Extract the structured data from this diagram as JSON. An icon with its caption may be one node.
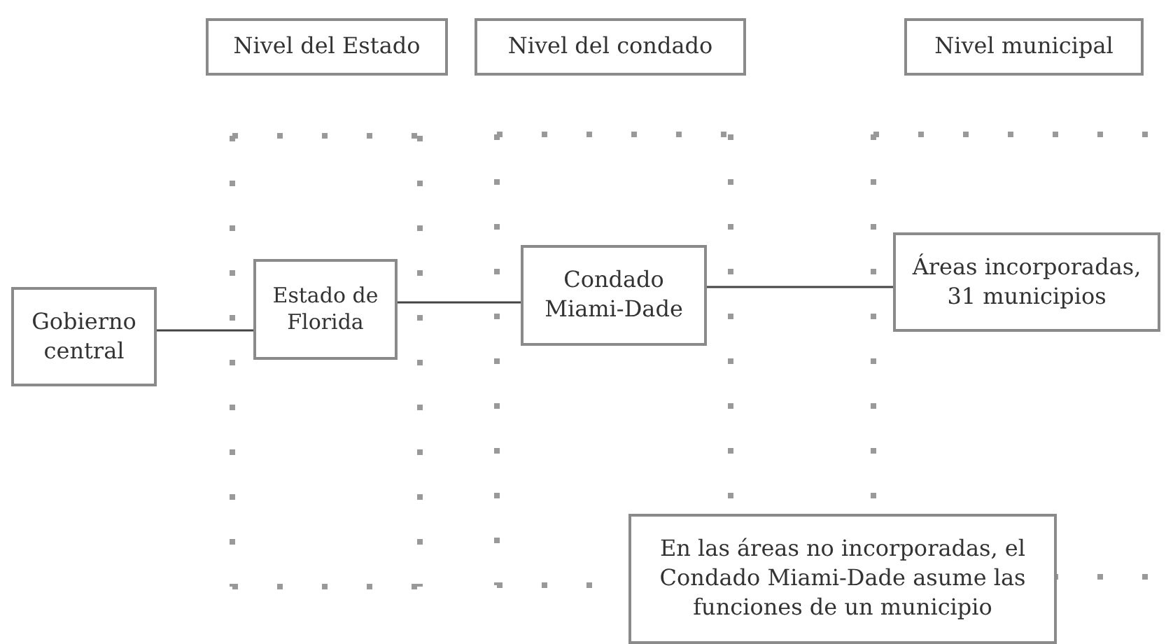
{
  "diagram": {
    "nodes": [
      {
        "text": [
          "Nivel del Estado"
        ]
      },
      {
        "text": [
          "Nivel del condado"
        ]
      },
      {
        "text": [
          "Nivel municipal"
        ]
      },
      {
        "text": [
          "Gobierno central"
        ]
      },
      {
        "text": [],
        "shape": "box"
      },
      {
        "text": [
          "Estado de Florida"
        ],
        "in": 4
      },
      {
        "text": [],
        "shape": "box"
      },
      {
        "text": [
          "Condado Miami-Dade"
        ],
        "in": 6
      },
      {
        "text": [],
        "shape": "box"
      },
      {
        "text": [
          "Áreas incorporadas, 31 municipios"
        ],
        "in": 8
      },
      {
        "text": [
          "En las áreas no incorporadas, el Condado Miami-Dade asume las funciones de un municipio"
        ]
      }
    ],
    "edges": [
      {
        "from": 3,
        "to": 5,
        "arrow": "none"
      },
      {
        "from": 5,
        "to": 7,
        "arrow": "none"
      },
      {
        "from": 7,
        "to": 9,
        "arrow": "none"
      }
    ]
  }
}
